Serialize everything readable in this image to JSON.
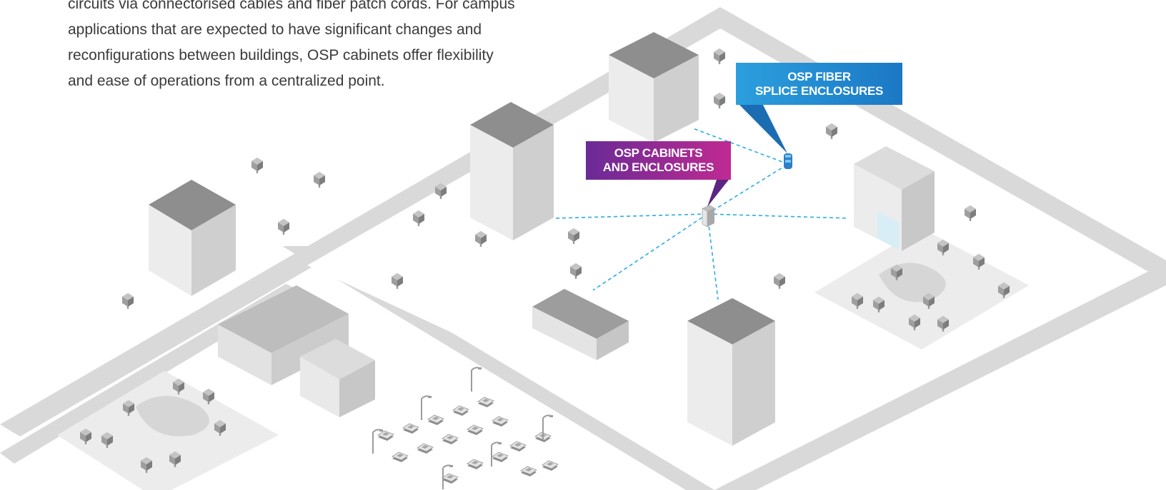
{
  "intro_text": {
    "line1": "circuits via connectorised cables and fiber patch cords. For campus",
    "line2": "applications that are expected to have significant changes and",
    "line3": "reconfigurations between buildings, OSP cabinets offer flexibility",
    "line4": "and ease of operations from a centralized point."
  },
  "callouts": {
    "fiber": {
      "line1": "OSP FIBER",
      "line2": "SPLICE ENCLOSURES",
      "color_start": "#2b9fde",
      "color_end": "#1b78c4"
    },
    "cabinets": {
      "line1": "OSP CABINETS",
      "line2": "AND ENCLOSURES",
      "color_start": "#6a2a96",
      "color_end": "#bf2a92"
    }
  },
  "colors": {
    "road": "#d9d9d9",
    "ground": "#ffffff",
    "park": "#ececec",
    "building_top": "#8e8e8e",
    "building_left": "#ececec",
    "building_right": "#cfcfcf",
    "fiber_link": "#29aee3"
  },
  "icons": [
    "tree-icon",
    "car-icon",
    "street-lamp-icon",
    "satellite-dish-icon",
    "cabinet-icon",
    "splice-enclosure-icon"
  ]
}
